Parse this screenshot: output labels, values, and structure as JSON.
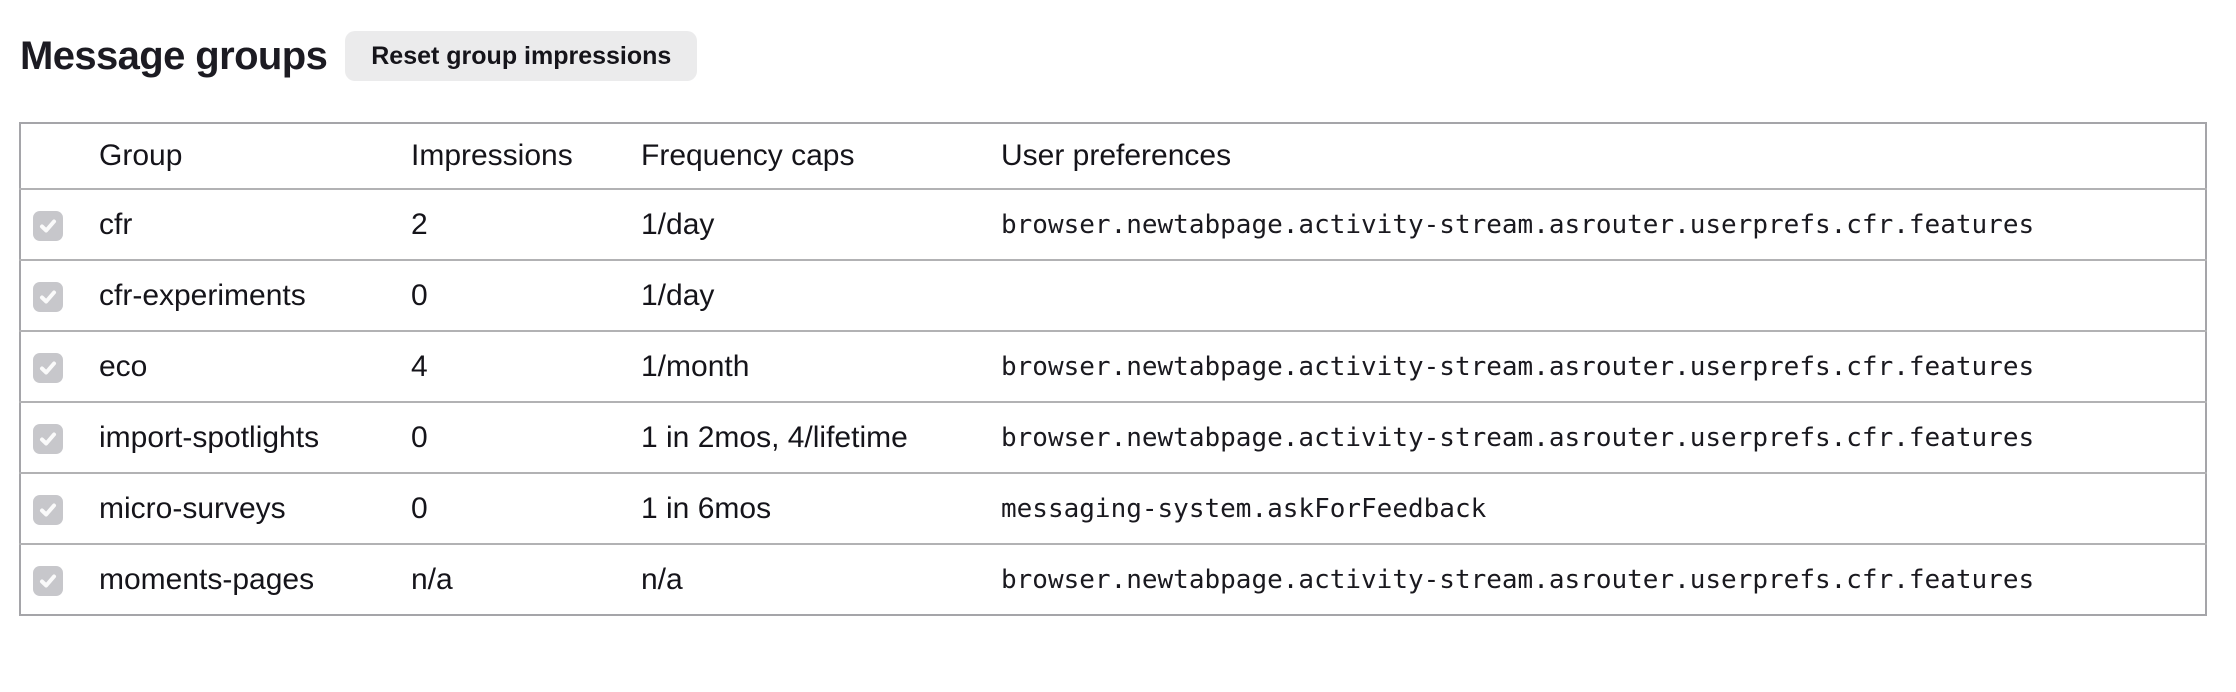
{
  "page": {
    "title": "Message groups",
    "reset_button_label": "Reset group impressions"
  },
  "colors": {
    "text": "#15141a",
    "button_background": "#ebebec",
    "table_border": "#a5a5a9",
    "row_border": "#b2b2b4",
    "checkbox_fill": "#c7c7cb",
    "checkbox_check": "#fafafa"
  },
  "table": {
    "columns": [
      "Group",
      "Impressions",
      "Frequency caps",
      "User preferences"
    ],
    "rows": [
      {
        "checked": true,
        "group": "cfr",
        "impressions": "2",
        "frequency_caps": "1/day",
        "user_preferences": "browser.newtabpage.activity-stream.asrouter.userprefs.cfr.features"
      },
      {
        "checked": true,
        "group": "cfr-experiments",
        "impressions": "0",
        "frequency_caps": "1/day",
        "user_preferences": ""
      },
      {
        "checked": true,
        "group": "eco",
        "impressions": "4",
        "frequency_caps": "1/month",
        "user_preferences": "browser.newtabpage.activity-stream.asrouter.userprefs.cfr.features"
      },
      {
        "checked": true,
        "group": "import-spotlights",
        "impressions": "0",
        "frequency_caps": "1 in 2mos, 4/lifetime",
        "user_preferences": "browser.newtabpage.activity-stream.asrouter.userprefs.cfr.features"
      },
      {
        "checked": true,
        "group": "micro-surveys",
        "impressions": "0",
        "frequency_caps": "1 in 6mos",
        "user_preferences": "messaging-system.askForFeedback"
      },
      {
        "checked": true,
        "group": "moments-pages",
        "impressions": "n/a",
        "frequency_caps": "n/a",
        "user_preferences": "browser.newtabpage.activity-stream.asrouter.userprefs.cfr.features"
      }
    ]
  }
}
